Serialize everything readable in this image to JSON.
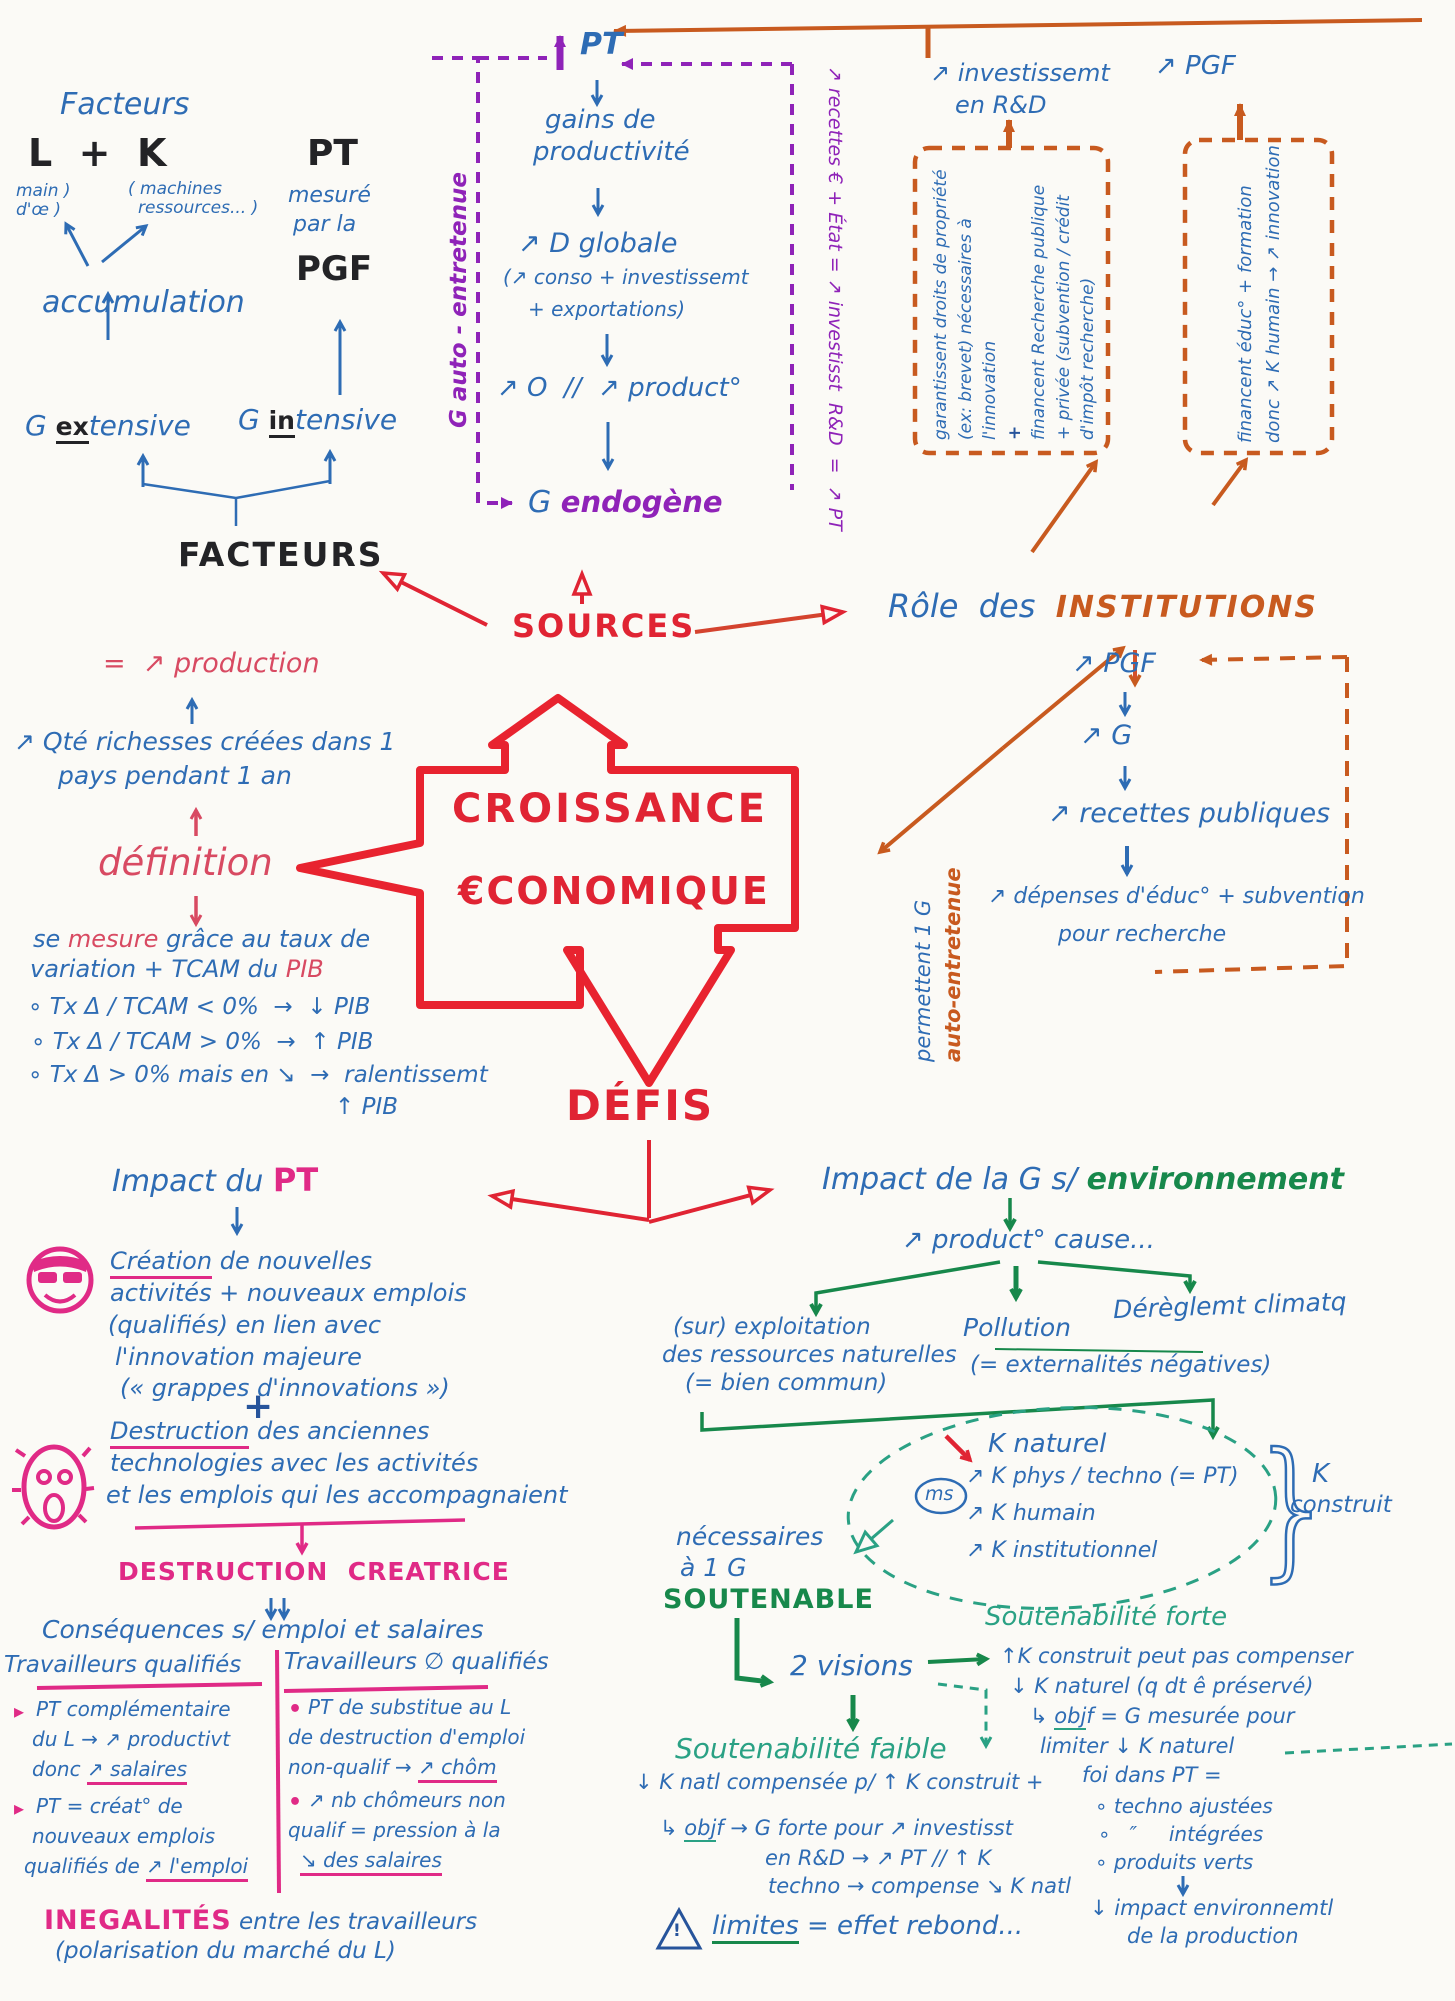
{
  "facteurs": {
    "title": "Facteurs",
    "lk": "L  +  K",
    "l_sub1": "main )",
    "l_sub2": "d'œ )",
    "k_sub1": "( machines",
    "k_sub2": "ressources... )",
    "pt": "PT",
    "pt_sub1": "mesuré",
    "pt_sub2": "par la",
    "pgf": "PGF",
    "accumulation": "accumulation",
    "ext_g": "G",
    "ext_b": "ex",
    "ext_rest": "tensive",
    "int_g": "G",
    "int_b": "in",
    "int_rest": "tensive",
    "heading": "FACTEURS"
  },
  "sources_heading": "SOURCES",
  "endogene": {
    "pt": "PT",
    "l1a": "gains de",
    "l1b": "productivité",
    "l2": "↗ D globale",
    "l2b": "(↗ conso + investissemt",
    "l2c": "+ exportations)",
    "l3": "↗ O  //  ↗ product°",
    "g": "G",
    "endo": "endogène",
    "side": "G auto - entretenue",
    "loop": "↗ recettes € + État = ↗ investisst  R&D  =  ↗ PT"
  },
  "institutions": {
    "role": "Rôle  des",
    "heading": "INSTITUTIONS",
    "invest1": "↗ investissemt",
    "invest2": "en R&D",
    "pgf_top": "↗ PGF",
    "box1": [
      "garantissent droits de propriété",
      "(ex: brevet) nécessaires à",
      "l'innovation",
      "+",
      "financent Recherche publique",
      "+ privée (subvention / crédit",
      "d'impôt recherche)"
    ],
    "box2": [
      "financent éduc° + formation",
      "donc ↗ K humain → ↗ innovation"
    ],
    "permettent": "permettent 1 G",
    "auto": "auto-entretenue",
    "chain_pgf": "↗ PGF",
    "chain_g": "↗ G",
    "chain_rec": "↗ recettes publiques",
    "chain_dep1": "↗ dépenses d'éduc° + subvention",
    "chain_dep2": "pour recherche"
  },
  "center": {
    "l1": "CROISSANCE",
    "l2": "€CONOMIQUE"
  },
  "defis_heading": "DÉFIS",
  "definition": {
    "eq": "=  ↗ production",
    "qte1": "↗ Qté richesses créées dans 1",
    "qte2": "pays pendant 1 an",
    "title": "définition",
    "m1a": "se ",
    "m1b": "mesure",
    "m1c": " grâce au taux de",
    "m2a": "variation + TCAM du ",
    "m2b": "PIB",
    "b1": "∘ Tx Δ / TCAM < 0%  →  ↓ PIB",
    "b2": "∘ Tx Δ / TCAM > 0%  →  ↑ PIB",
    "b3": "∘ Tx Δ > 0% mais en ↘  →  ralentissemt",
    "b3b": "↑ PIB"
  },
  "impact": {
    "t1": "Impact du ",
    "t2": "PT",
    "c1a": "Création",
    "c1b": " de nouvelles",
    "c2": "activités + nouveaux emplois",
    "c3": "(qualifiés) en lien avec",
    "c4": "l'innovation majeure",
    "c5": "(« grappes d'innovations »)",
    "plus": "+",
    "d1a": "Destruction",
    "d1b": " des anciennes",
    "d2": "technologies avec les activités",
    "d3": "et les emplois qui les accompagnaient",
    "heading": "DESTRUCTION  CREATRICE"
  },
  "table": {
    "conseq": "Conséquences s/ emploi et salaires",
    "h_left": "Travailleurs qualifiés",
    "h_right": "Travailleurs ∅ qualifiés",
    "bullet": "▸",
    "dot": "•",
    "l1a": "PT complémentaire",
    "l1b": "du L → ↗ productivt",
    "l1c_pre": "donc ",
    "l1c_ul": "↗ salaires",
    "l2a": "PT = créat° de",
    "l2b": "nouveaux emplois",
    "l2c_pre": "qualifiés de ",
    "l2c_ul": "↗ l'emploi",
    "r1a": "PT de substitue au L",
    "r1b": "de destruction d'emploi",
    "r1c_pre": "non-qualif → ",
    "r1c_ul": "↗ chôm",
    "r2a": "↗ nb chômeurs non",
    "r2b": "qualif = pression à la",
    "r2c_ul": "↘ des salaires"
  },
  "ineg": {
    "t1": "INEGALITÉS",
    "t2": " entre les travailleurs",
    "t3": "(polarisation du marché du L)"
  },
  "env": {
    "t1": "Impact de la G s/ ",
    "t2": "environnement",
    "cause": "↗ product° cause...",
    "e1a": "(sur) exploitation",
    "e1b": "des ressources naturelles",
    "e1c": "(= bien commun)",
    "pollution": "Pollution",
    "climat": "Dérèglemt climatq",
    "extern": "(= externalités négatives)",
    "knat": "K naturel",
    "ms": "ms",
    "k1": "↗ K phys / techno (= PT)",
    "k2": "↗ K humain",
    "k3": "↗ K institutionnel",
    "brace": "}",
    "kc1": "K",
    "kc2": "construit",
    "nec1": "nécessaires",
    "nec2": "à 1 G",
    "soutenable": "SOUTENABLE",
    "visions": "2 visions"
  },
  "sout": {
    "forte_t": "Soutenabilité forte",
    "f1": "↑K construit peut pas compenser",
    "f2": "↓ K naturel (q dt ê préservé)",
    "f3a": "↳ ",
    "f3b": "obj",
    "f3c": "f = G mesurée pour",
    "f4": "limiter ↓ K naturel",
    "faible_t": "Soutenabilité faible",
    "w1": "↓ K natl compensée p/ ↑ K construit +",
    "w2a": "↳ ",
    "w2b": "obj",
    "w2c": "f → G forte pour ↗ investisst",
    "w3": "en R&D → ↗ PT // ↑ K",
    "w4": "techno → compense ↘ K natl",
    "foi": "foi dans PT =",
    "foi1": "∘ techno ajustées",
    "foi2": "∘   ″     intégrées",
    "foi3": "∘ produits verts",
    "foi4": "↓ impact environnemtl",
    "foi5": "de la production",
    "warn": "!",
    "lim_ul": "limites",
    "lim_post": " = effet rebond..."
  }
}
